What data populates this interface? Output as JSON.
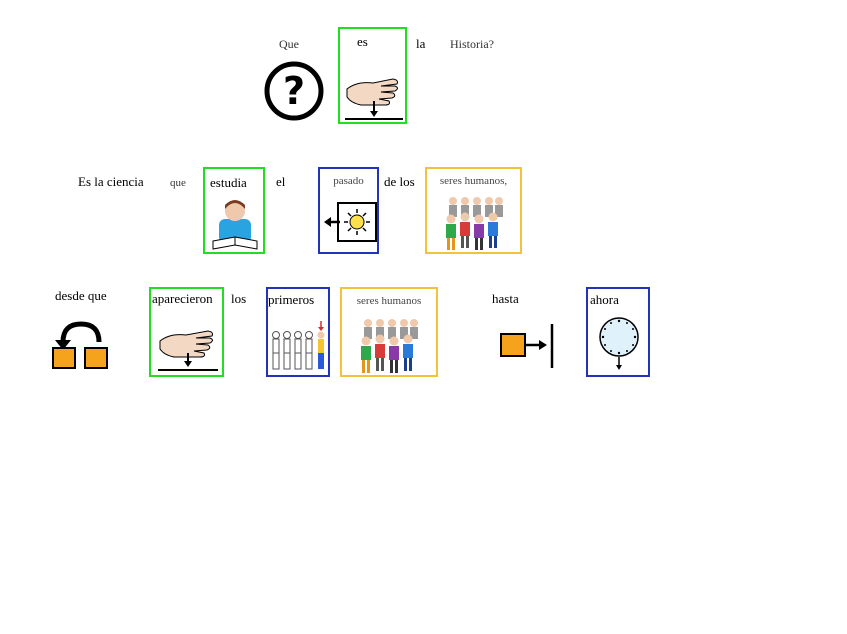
{
  "row1": {
    "que": "Que",
    "es": "es",
    "la": "la",
    "historia": "Historia?"
  },
  "row2": {
    "es_la_ciencia": "Es la ciencia",
    "que": "que",
    "estudia": "estudia",
    "el": "el",
    "pasado": "pasado",
    "de_los": "de los",
    "seres_humanos": "seres humanos,"
  },
  "row3": {
    "desde_que": "desde que",
    "aparecieron": "aparecieron",
    "los": "los",
    "primeros": "primeros",
    "seres_humanos": "seres humanos",
    "hasta": "hasta",
    "ahora": "ahora"
  },
  "colors": {
    "verb_border": "#22dd22",
    "noun_border": "#2233bb",
    "people_border": "#f2c23a",
    "orange_symbol": "#f5a21c"
  },
  "icons": [
    "question-icon",
    "hand-point-down-icon",
    "student-reading-icon",
    "past-arrow-sun-icon",
    "people-group-icon",
    "undo-boxes-icon",
    "first-people-icon",
    "until-arrow-icon",
    "clock-now-icon"
  ]
}
